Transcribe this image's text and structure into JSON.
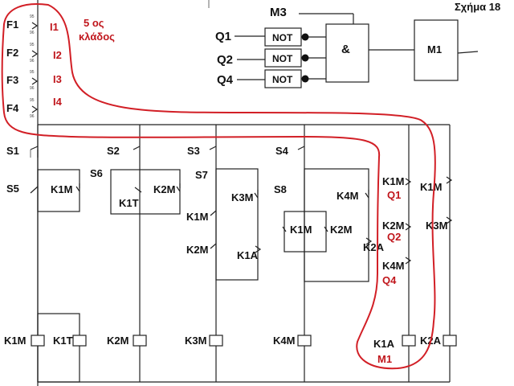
{
  "figure_caption": "Σχήμα 18",
  "branch_note": [
    "5 ος",
    "κλάδος"
  ],
  "logic": {
    "output_top_label": "M3",
    "inputs": [
      "Q1",
      "Q2",
      "Q4"
    ],
    "not_gate": "NOT",
    "and_gate": "&",
    "output_box": "M1"
  },
  "fuses": [
    "F1",
    "F2",
    "F3",
    "F4"
  ],
  "fuse_red_labels": [
    "I1",
    "I2",
    "I3",
    "I4"
  ],
  "branches": {
    "b1": {
      "start": "S1",
      "stop": "S5",
      "aux": "K1M",
      "coil1": "K1M",
      "coil2": "K1T"
    },
    "b2": {
      "start": "S2",
      "stop": "S6",
      "timer": "K1T",
      "aux": "K2M",
      "coil": "K2M"
    },
    "b3": {
      "start": "S3",
      "stop": "S7",
      "aux": "K3M",
      "int1": "K1M",
      "int2": "K2M",
      "int3": "K1A",
      "coil": "K3M"
    },
    "b4": {
      "start": "S4",
      "stop": "S8",
      "aux": "K4M",
      "int1": "K1M",
      "int2": "K2M",
      "int3": "K2A",
      "coil": "K4M"
    },
    "b5": {
      "c1": "K1M",
      "c2": "K2M",
      "c3": "K4M",
      "r1": "Q1",
      "r2": "Q2",
      "r3": "Q4",
      "coil": "K1A",
      "coil_note": "M1"
    },
    "b6": {
      "c1": "K1M",
      "c2": "K3M",
      "coil": "K2A"
    }
  }
}
